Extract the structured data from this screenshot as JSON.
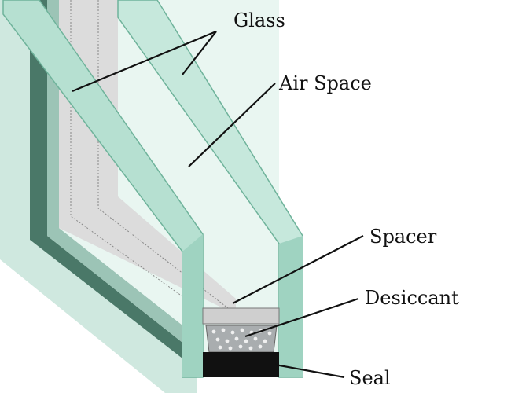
{
  "labels": {
    "glass": "Glass",
    "air_space": "Air Space",
    "spacer": "Spacer",
    "desiccant": "Desiccant",
    "seal": "Seal"
  },
  "colors": {
    "glass_pane": "#c6e8dc",
    "glass_edge": "#7fc2ac",
    "glass_dark": "#1f5a48",
    "air_fill": "#e9f6f1",
    "frame_shadow": "#4a7868",
    "spacer": "#d8d8d8",
    "desiccant": "#a9adaf",
    "seal": "#111111",
    "leader_line": "#111111"
  }
}
